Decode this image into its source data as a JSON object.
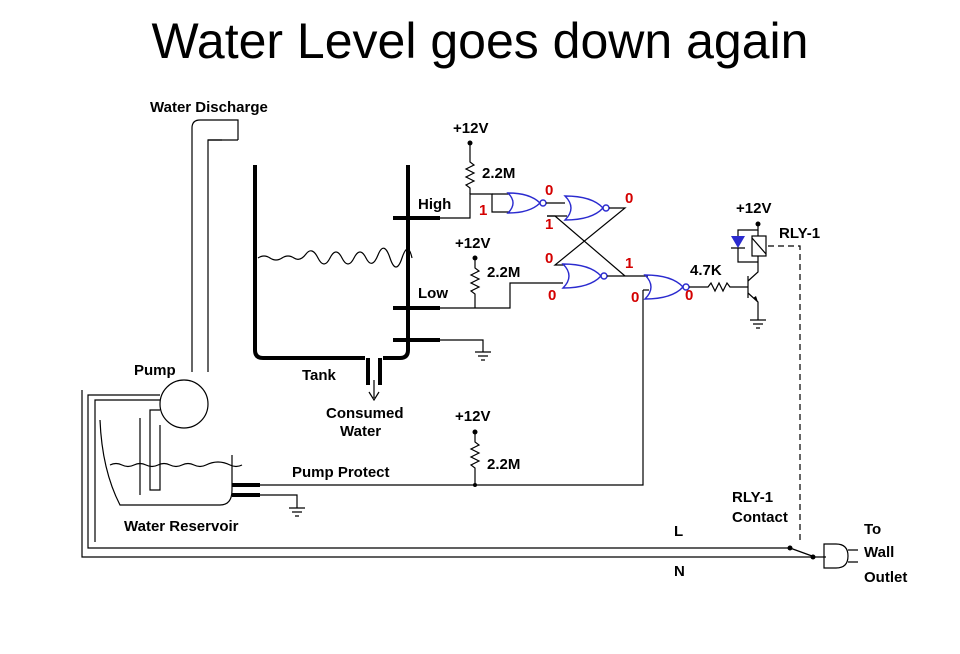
{
  "title": "Water Level goes down again",
  "labels": {
    "water_discharge": "Water Discharge",
    "pump": "Pump",
    "tank": "Tank",
    "consumed_water_1": "Consumed",
    "consumed_water_2": "Water",
    "water_reservoir": "Water Reservoir",
    "pump_protect": "Pump Protect",
    "high": "High",
    "low": "Low",
    "vcc_1": "+12V",
    "vcc_2": "+12V",
    "vcc_3": "+12V",
    "vcc_4": "+12V",
    "r_high": "2.2M",
    "r_low": "2.2M",
    "r_protect": "2.2M",
    "r_base": "4.7K",
    "relay": "RLY-1",
    "relay_contact_1": "RLY-1",
    "relay_contact_2": "Contact",
    "line_l": "L",
    "line_n": "N",
    "outlet_1": "To",
    "outlet_2": "Wall",
    "outlet_3": "Outlet"
  },
  "logic_states": {
    "inv_in_high": "1",
    "inv_out": "0",
    "nor1_in_b": "1",
    "nor1_out": "0",
    "nor2_in_a": "0",
    "nor2_out": "1",
    "nor2_in_low": "0",
    "nor3_in_b": "0",
    "nor3_out": "0"
  },
  "colors": {
    "wire": "#000000",
    "gate": "#2b2bcf",
    "state": "#d40000"
  }
}
